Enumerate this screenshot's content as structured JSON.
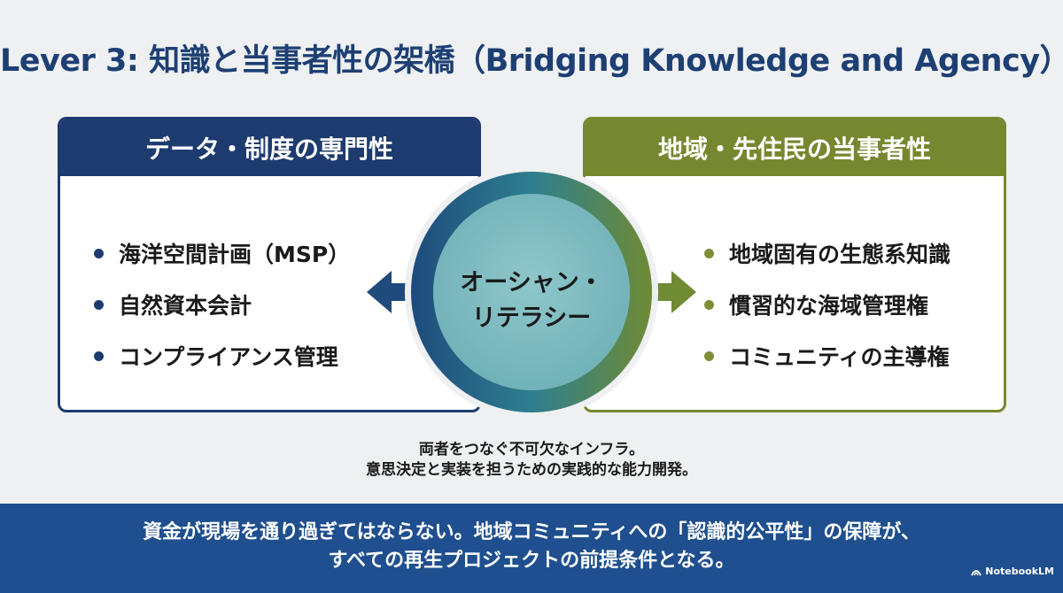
{
  "title": "Lever 3: 知識と当事者性の架橋（Bridging Knowledge and Agency）",
  "left_panel": {
    "header": "データ・制度の専門性",
    "items": [
      "海洋空間計画（MSP）",
      "自然資本会計",
      "コンプライアンス管理"
    ]
  },
  "right_panel": {
    "header": "地域・先住民の当事者性",
    "items": [
      "地域固有の生態系知識",
      "慣習的な海域管理権",
      "コミュニティの主導権"
    ]
  },
  "center": {
    "line1": "オーシャン・",
    "line2": "リテラシー"
  },
  "caption": {
    "line1": "両者をつなぐ不可欠なインフラ。",
    "line2": "意思決定と実装を担うための実践的な能力開発。"
  },
  "banner": {
    "line1": "資金が現場を通り過ぎてはならない。地域コミュニティへの「認識的公平性」の保障が、",
    "line2": "すべての再生プロジェクトの前提条件となる。"
  },
  "brand": "NotebookLM",
  "colors": {
    "navy": "#1e3b6f",
    "olive": "#76882f",
    "banner": "#1f4f8e",
    "circle": "#7fbcc1",
    "title": "#1d3f73"
  }
}
